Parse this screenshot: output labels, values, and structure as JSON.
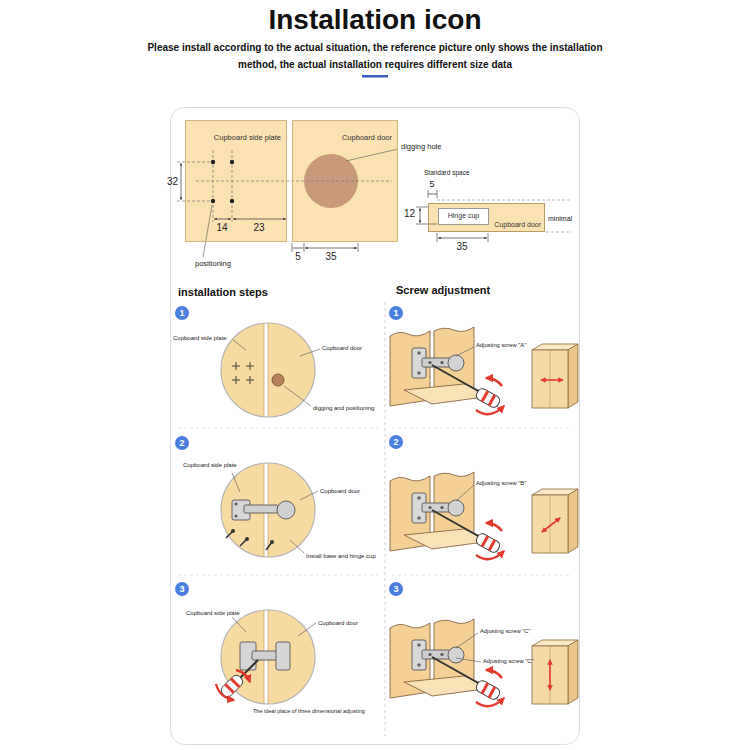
{
  "diagram": {
    "title": "Installation icon",
    "nodes": [
      {
        "text": [
          "Cupboard side plate"
        ]
      },
      {
        "text": [
          "Cupboard door"
        ]
      },
      {
        "text": [
          "Cupboard door"
        ]
      },
      {
        "text": [
          "Hinge cup"
        ],
        "in": 2
      },
      {
        "text": [
          "1"
        ]
      },
      {
        "text": [
          "1"
        ]
      },
      {
        "text": [
          "2"
        ]
      },
      {
        "text": [
          "2"
        ]
      },
      {
        "text": [
          "3"
        ]
      },
      {
        "text": [
          "3"
        ]
      }
    ],
    "labels": [
      "Please install according to the actual situation, the reference picture only shows the installation method, the actual installation requires different size data",
      "digging hole",
      "32",
      "14",
      "23",
      "positioning",
      "5",
      "35",
      "Standard space",
      "5",
      "12",
      "minimal",
      "35",
      "installation steps",
      "Screw adjustment",
      "Cupboard side plate",
      "Cupboard door",
      "digging and positioning",
      "Adjusting screw \"A\"",
      "Cupboard side plate",
      "Cupboard door",
      "Install base and hinge cup",
      "Adjusting screw \"B\"",
      "Cupboard side plate",
      "Cupboard door",
      "The ideal place of three dimensional adjusting",
      "Adjusting screw \"C\"",
      "Adjusting screw \"C\""
    ]
  }
}
